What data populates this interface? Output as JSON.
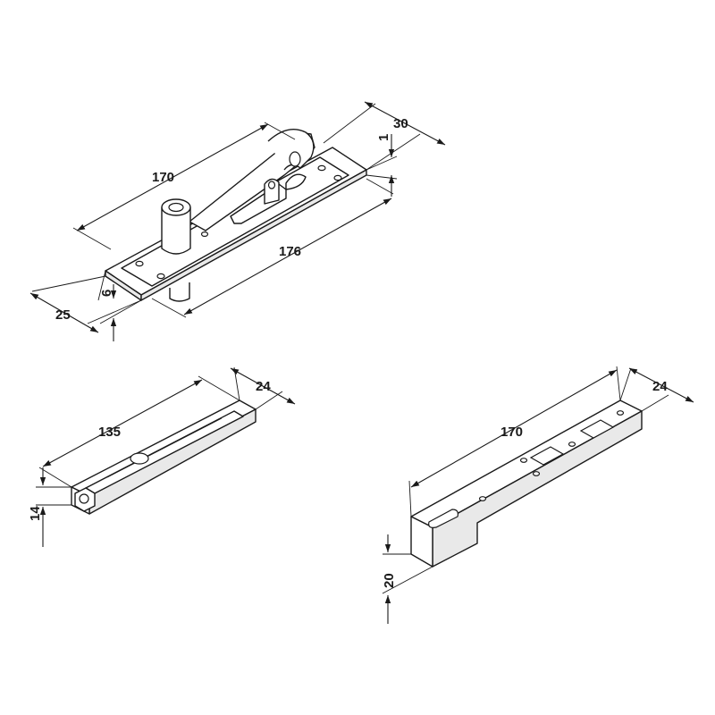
{
  "drawing": {
    "line_color": "#1a1a1a",
    "background": "#ffffff",
    "top_part": {
      "dim_length_upper": "170",
      "dim_length_lower": "176",
      "dim_width": "30",
      "dim_thickness_top": "1",
      "dim_thickness_bottom": "6",
      "dim_width_front": "25"
    },
    "middle_left_part": {
      "dim_length": "135",
      "dim_width": "24",
      "dim_height": "14"
    },
    "bottom_right_part": {
      "dim_length": "170",
      "dim_width": "24",
      "dim_height": "20"
    }
  }
}
